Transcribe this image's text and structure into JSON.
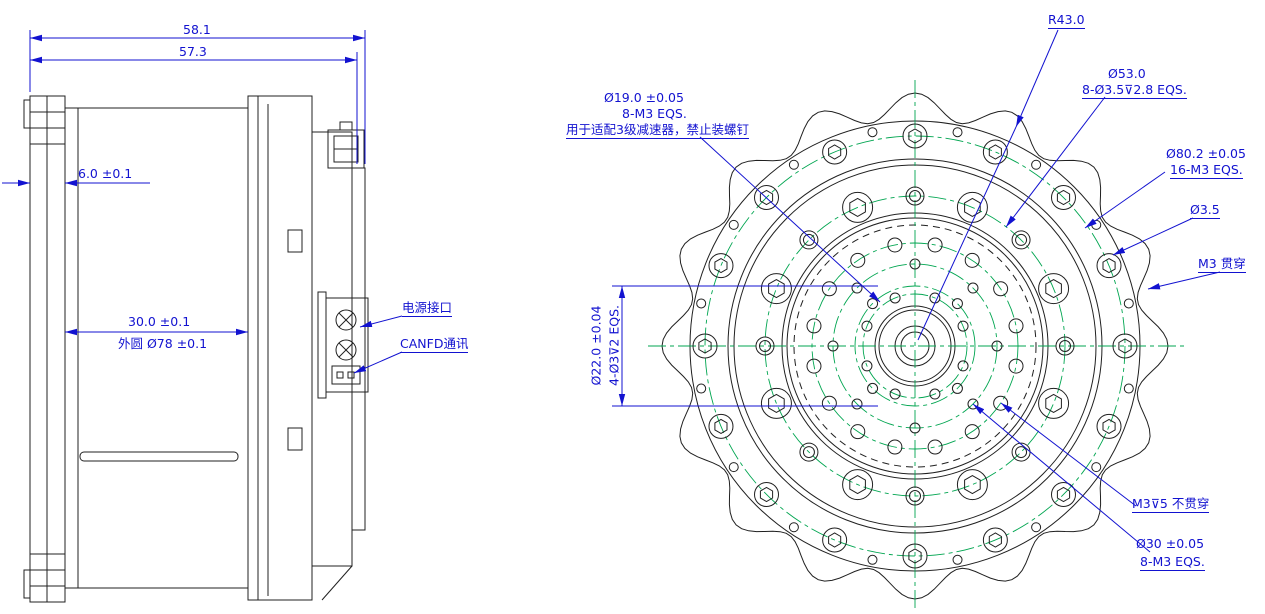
{
  "side_view": {
    "dims": {
      "total_width": "58.1",
      "inner_width": "57.3",
      "back_thickness": "6.0 ±0.1",
      "body_length": "30.0 ±0.1",
      "outer_dia": "外圆 Ø78 ±0.1"
    },
    "labels": {
      "power": "电源接口",
      "canfd": "CANFD通讯"
    }
  },
  "front_view": {
    "dims": {
      "r43": "R43.0",
      "d53": "Ø53.0",
      "d53_holes": "8-Ø3.5⊽2.8 EQS.",
      "d19": "Ø19.0 ±0.05",
      "d19_holes": "8-M3 EQS.",
      "d19_note": "用于适配3级减速器，禁止装螺钉",
      "d80": "Ø80.2 ±0.05",
      "d80_holes": "16-M3 EQS.",
      "d35": "Ø3.5",
      "m3_through": "M3 贯穿",
      "d22": "Ø22.0 ±0.04",
      "d22_holes": "4-Ø3⊽2 EQS.",
      "m3_blind": "M3⊽5 不贯穿",
      "d30": "Ø30 ±0.05",
      "d30_holes": "8-M3 EQS."
    }
  },
  "colors": {
    "dimension": "#1212d0",
    "centerline": "#00a550",
    "geometry": "#202020"
  }
}
